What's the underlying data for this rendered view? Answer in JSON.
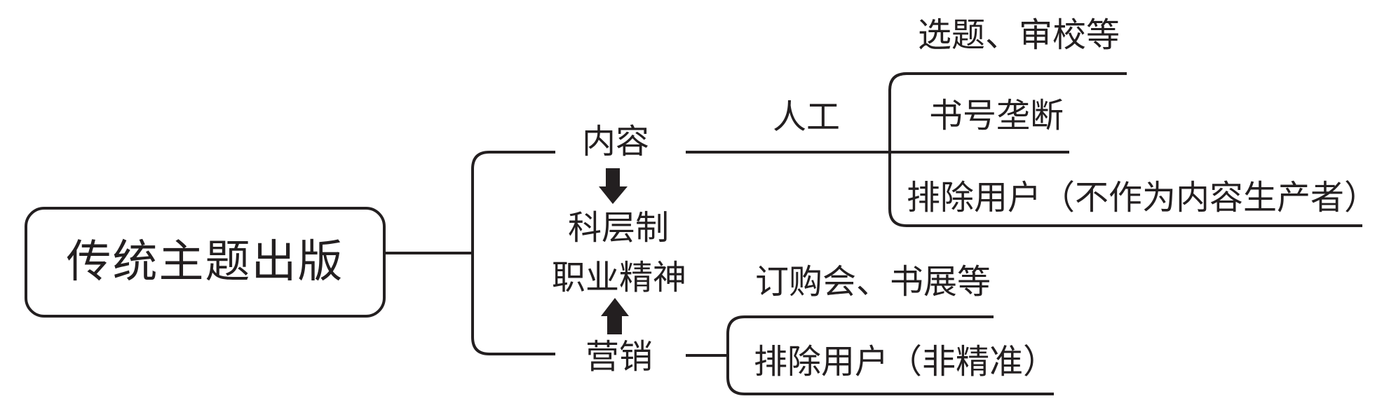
{
  "diagram": {
    "root": {
      "label": "传统主题出版"
    },
    "branches": [
      {
        "label": "内容",
        "method": "人工",
        "items": [
          "选题、审校等",
          "书号垄断",
          "排除用户（不作为内容生产者）"
        ]
      },
      {
        "label": "营销",
        "items": [
          "订购会、书展等",
          "排除用户（非精准）"
        ]
      }
    ],
    "center": {
      "lines": [
        "科层制",
        "职业精神"
      ],
      "arrows": [
        {
          "from": "内容",
          "to": "科层制",
          "direction": "down"
        },
        {
          "from": "营销",
          "to": "职业精神",
          "direction": "up"
        }
      ]
    },
    "colors": {
      "ink": "#231f20",
      "background": "#ffffff"
    }
  }
}
